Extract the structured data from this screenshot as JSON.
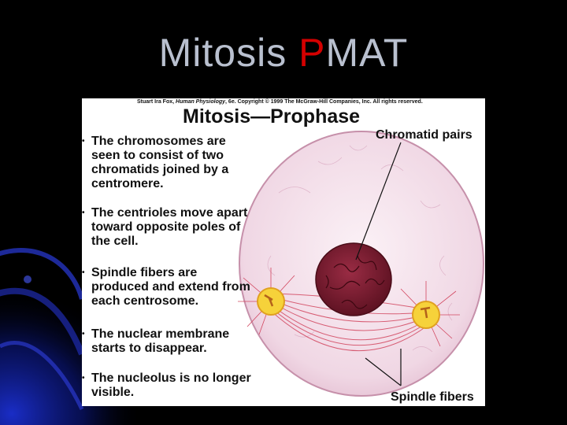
{
  "slide": {
    "title_main": "Mitosis ",
    "title_accent": "P",
    "title_rest": "MAT"
  },
  "figure": {
    "credit_author": "Stuart Ira Fox, ",
    "credit_book": "Human Physiology",
    "credit_rest": ", 6e. Copyright © 1999 The McGraw-Hill Companies, Inc.  All rights reserved.",
    "title": "Mitosis—Prophase",
    "bullets": [
      "The chromosomes are seen to consist of two chromatids joined by a centromere.",
      "The centrioles move apart toward opposite poles of the cell.",
      "Spindle fibers are produced and extend from each centrosome.",
      "The nuclear membrane starts to disappear.",
      "The nucleolus is no longer visible."
    ],
    "bullet_marker": "•",
    "label_chromatid": "Chromatid pairs",
    "label_spindle": "Spindle fibers"
  },
  "colors": {
    "background": "#000000",
    "title": "#b9c0cf",
    "title_accent": "#d40000",
    "cell_fill": "#f4e4ee",
    "nucleus": "#7a1c2e",
    "centrosome": "#f6d23a",
    "fiber": "#d2465f"
  }
}
